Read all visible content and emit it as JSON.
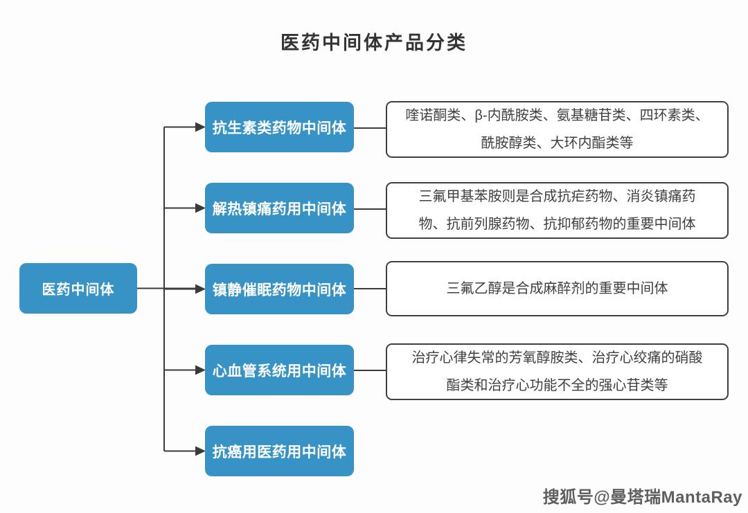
{
  "title": "医药中间体产品分类",
  "root": {
    "label": "医药中间体"
  },
  "branches": [
    {
      "label": "抗生素类药物中间体",
      "detail": "喹诺酮类、β-内酰胺类、氨基糖苷类、四环素类、酰胺醇类、大环内酯类等"
    },
    {
      "label": "解热镇痛药用中间体",
      "detail": "三氟甲基苯胺则是合成抗疟药物、消炎镇痛药物、抗前列腺药物、抗抑郁药物的重要中间体"
    },
    {
      "label": "镇静催眠药物中间体",
      "detail": "三氟乙醇是合成麻醉剂的重要中间体"
    },
    {
      "label": "心血管系统用中间体",
      "detail": "治疗心律失常的芳氧醇胺类、治疗心绞痛的硝酸酯类和治疗心功能不全的强心苷类等"
    },
    {
      "label": "抗癌用医药用中间体",
      "detail": ""
    }
  ],
  "watermark": "搜狐号@曼塔瑞MantaRay",
  "colors": {
    "node_fill": "#3793c6",
    "node_text": "#ffffff",
    "connector": "#3a3a3a",
    "detail_border": "#404040",
    "detail_text": "#3f3f3f",
    "title_text": "#333333",
    "background": "#fdfdfd"
  }
}
